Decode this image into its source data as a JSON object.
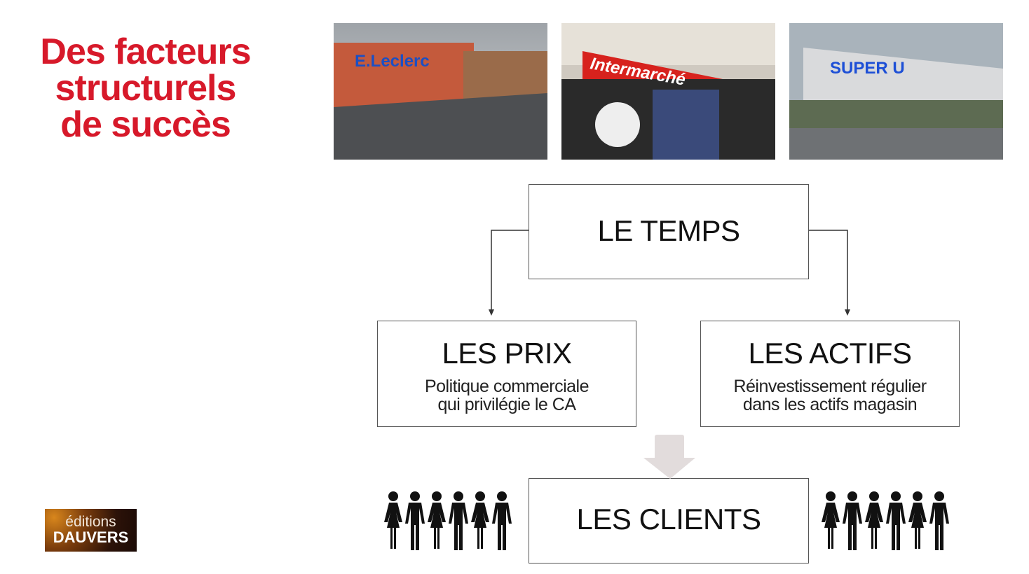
{
  "title": {
    "line1": "Des facteurs",
    "line2": "structurels",
    "line3": "de succès"
  },
  "photos": [
    {
      "store": "E.Leclerc",
      "sign_color": "#1b4fc4"
    },
    {
      "store": "Intermarché",
      "sign_color": "#ffffff"
    },
    {
      "store": "SUPER U",
      "sign_color": "#1d4fd6"
    }
  ],
  "diagram": {
    "time": {
      "label": "LE TEMPS"
    },
    "prices": {
      "label": "LES PRIX",
      "line1": "Politique commerciale",
      "line2": "qui privilégie le CA"
    },
    "assets": {
      "label": "LES ACTIFS",
      "line1": "Réinvestissement régulier",
      "line2": "dans les actifs magasin"
    },
    "clients": {
      "label": "LES CLIENTS"
    }
  },
  "logo": {
    "line1": "éditions",
    "line2": "DAUVERS"
  },
  "colors": {
    "title": "#d7192a",
    "arrow": "#e2dcdc"
  }
}
